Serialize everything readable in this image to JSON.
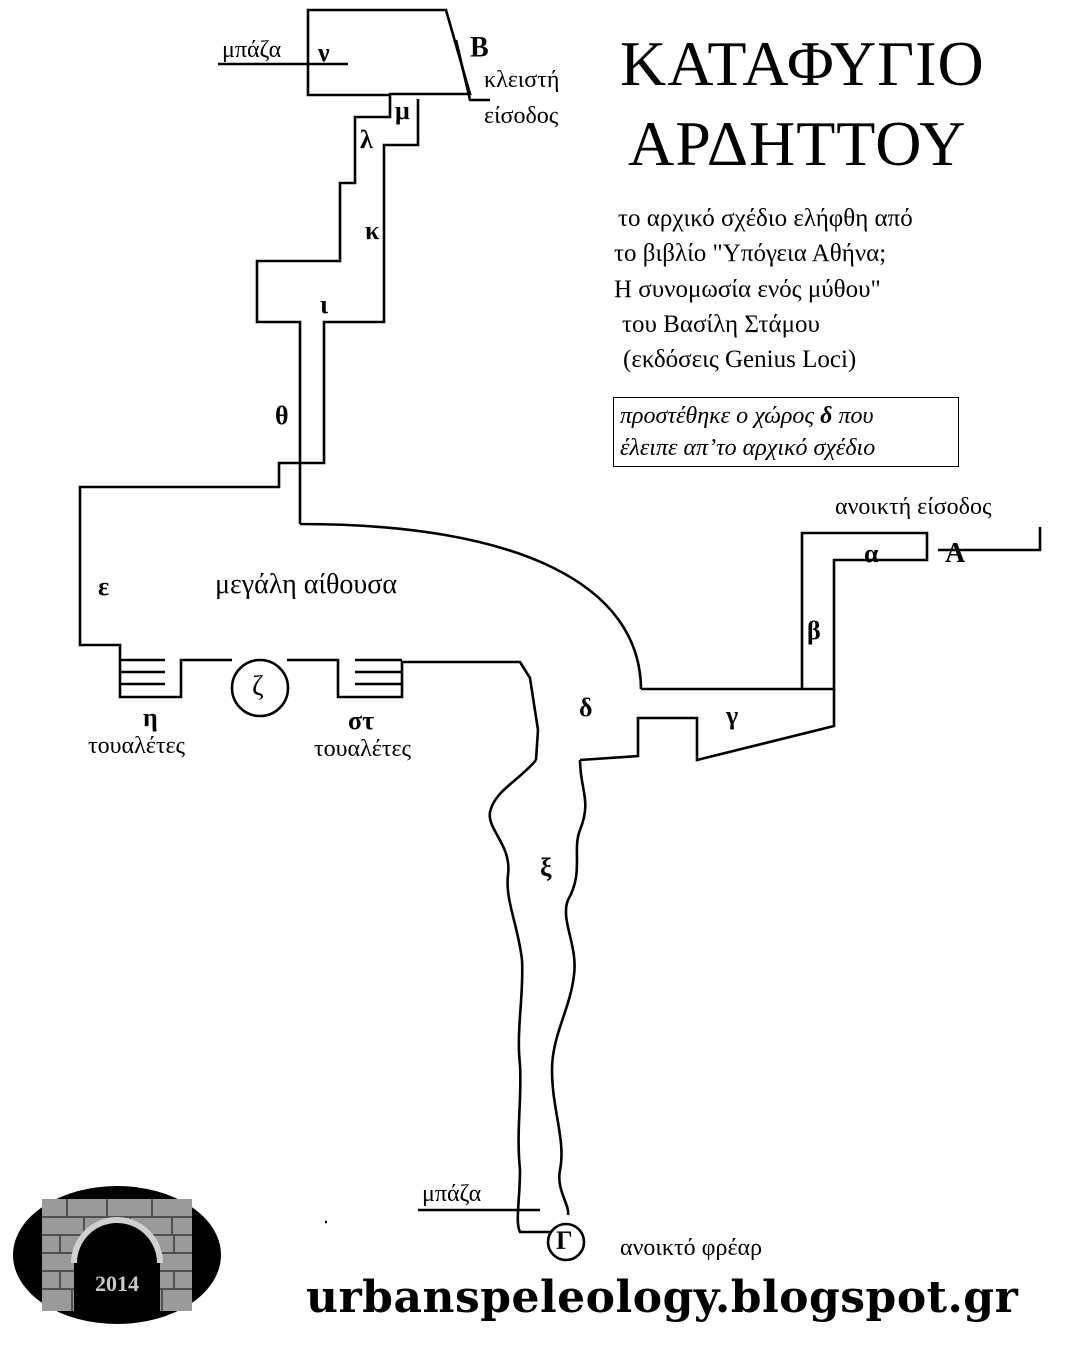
{
  "title": {
    "line1": "ΚΑΤΑΦΥΓΙΟ",
    "line2": "ΑΡΔΗΤΤΟΥ"
  },
  "credit": {
    "line1": "το αρχικό σχέδιο ελήφθη από",
    "line2": "το βιβλίο \"Υπόγεια Αθήνα;",
    "line3": "Η συνομωσία ενός μύθου\"",
    "line4": "του Βασίλη Στάμου",
    "line5": "(εκδόσεις Genius Loci)"
  },
  "note": {
    "line1_before": "προστέθηκε ο χώρος ",
    "line1_bold": "δ",
    "line1_after": " που",
    "line2": "έλειπε απ’το αρχικό σχέδιο"
  },
  "labels": {
    "blocked_top": "μπάζα",
    "closed_entrance_line1": "κλειστή",
    "closed_entrance_line2": "είσοδος",
    "open_entrance": "ανοικτή είσοδος",
    "great_hall": "μεγάλη αίθουσα",
    "toilets_left": "τουαλέτες",
    "toilets_right": "τουαλέτες",
    "blocked_bottom": "μπάζα",
    "open_shaft": "ανοικτό φρέαρ"
  },
  "rooms": {
    "nu": "ν",
    "mu": "μ",
    "lambda": "λ",
    "kappa": "κ",
    "iota": "ι",
    "theta": "θ",
    "epsilon": "ε",
    "zeta": "ζ",
    "eta": "η",
    "stigma": "στ",
    "delta": "δ",
    "gamma": "γ",
    "beta": "β",
    "alpha": "α",
    "xi": "ξ"
  },
  "entrances": {
    "A": "Α",
    "B": "Β",
    "G": "Γ"
  },
  "footer": {
    "url": "urbanspeleology.blogspot.gr"
  },
  "logo": {
    "year": "2014"
  }
}
